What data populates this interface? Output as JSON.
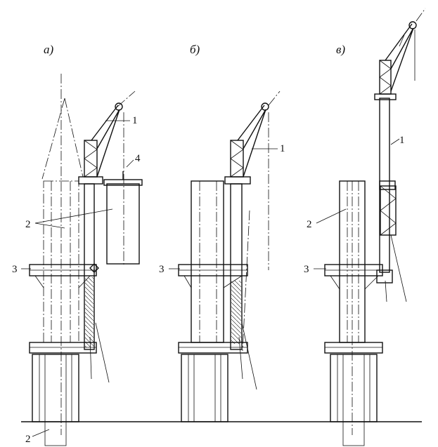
{
  "figure": {
    "panels": [
      {
        "label": "а)"
      },
      {
        "label": "б)"
      },
      {
        "label": "в)"
      }
    ],
    "callouts": {
      "a": [
        "1",
        "4",
        "2",
        "3",
        "2"
      ],
      "b": [
        "1",
        "3"
      ],
      "c": [
        "1",
        "2",
        "3"
      ]
    },
    "colors": {
      "ink": "#111111",
      "paper": "#ffffff"
    }
  }
}
